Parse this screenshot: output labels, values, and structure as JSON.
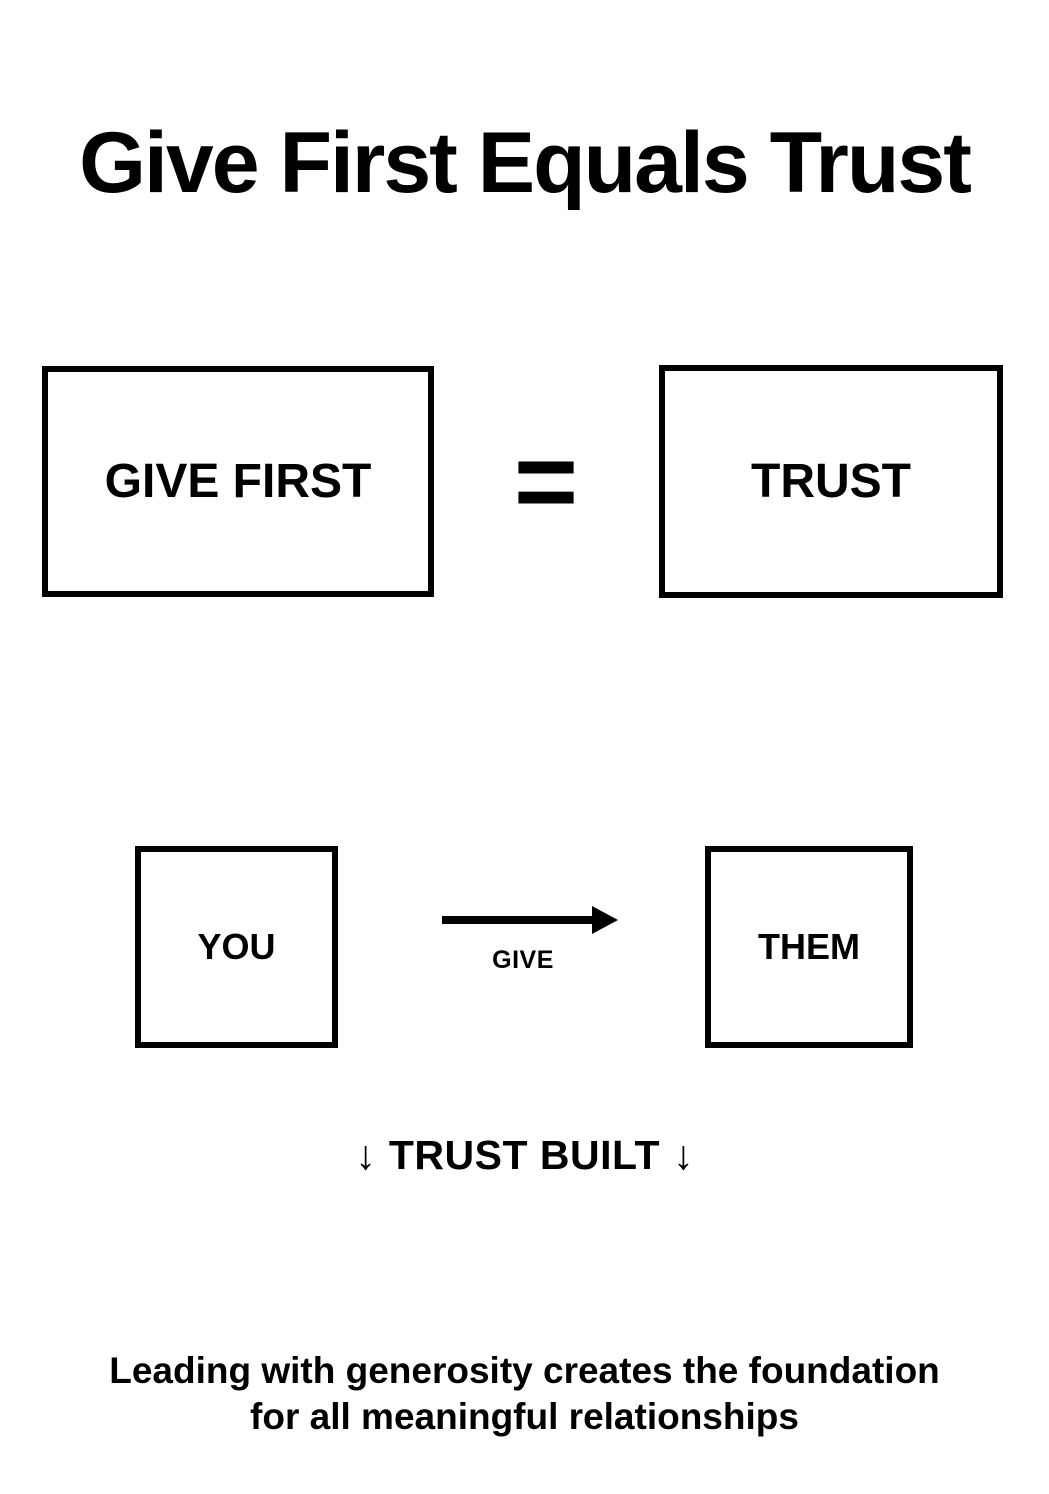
{
  "page": {
    "title": "Give First Equals Trust",
    "background_color": "#ffffff",
    "ink_color": "#000000"
  },
  "equation": {
    "left_box_label": "GIVE FIRST",
    "operator": "=",
    "right_box_label": "TRUST"
  },
  "flow": {
    "from_box_label": "YOU",
    "arrow_icon": "right-arrow-icon",
    "arrow_label": "GIVE",
    "to_box_label": "THEM"
  },
  "result": {
    "down_arrow_icon": "↓",
    "label": "TRUST BUILT"
  },
  "caption": {
    "line1": "Leading with generosity creates the foundation",
    "line2": "for all meaningful relationships"
  }
}
